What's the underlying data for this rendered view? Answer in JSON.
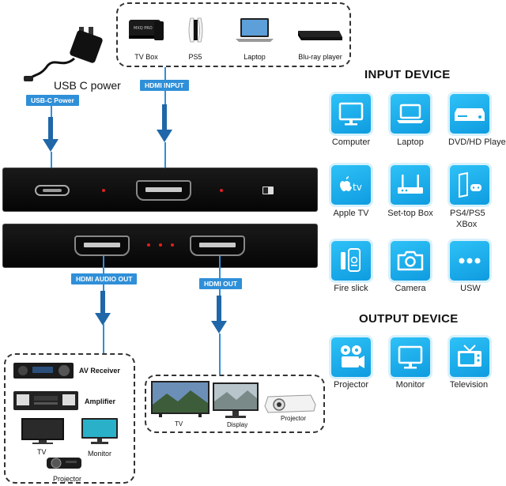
{
  "top_devices": [
    {
      "label": "TV Box"
    },
    {
      "label": "PS5"
    },
    {
      "label": "Laptop"
    },
    {
      "label": "Blu-ray player"
    }
  ],
  "usb_power_caption": "USB C power",
  "tags": {
    "usbc_power": "USB-C Power",
    "hdmi_input": "HDMI INPUT",
    "hdmi_audio_out": "HDMI AUDIO OUT",
    "hdmi_out": "HDMI OUT"
  },
  "input_section": {
    "title": "INPUT DEVICE",
    "items": [
      {
        "label": "Computer",
        "icon": "monitor-icon"
      },
      {
        "label": "Laptop",
        "icon": "laptop-icon"
      },
      {
        "label": "DVD/HD Player",
        "icon": "dvd-player-icon"
      },
      {
        "label": "Apple TV",
        "icon": "apple-tv-icon"
      },
      {
        "label": "Set-top Box",
        "icon": "router-icon"
      },
      {
        "label": "PS4/PS5",
        "label2": "XBox",
        "icon": "console-icon"
      },
      {
        "label": "Fire slick",
        "icon": "fire-stick-icon"
      },
      {
        "label": "Camera",
        "icon": "camera-icon"
      },
      {
        "label": "USW",
        "icon": "dots-icon"
      }
    ]
  },
  "output_section": {
    "title": "OUTPUT DEVICE",
    "items": [
      {
        "label": "Projector",
        "icon": "film-projector-icon"
      },
      {
        "label": "Monitor",
        "icon": "monitor-icon"
      },
      {
        "label": "Television",
        "icon": "retro-tv-icon"
      }
    ]
  },
  "audio_outputs": [
    {
      "label": "AV Receiver"
    },
    {
      "label": "Amplifier"
    },
    {
      "label": "TV"
    },
    {
      "label": "Monitor"
    },
    {
      "label": "Projector"
    }
  ],
  "display_outputs": [
    {
      "label": "TV"
    },
    {
      "label": "Display"
    },
    {
      "label": "Projector"
    }
  ],
  "apple_tv_text": "tv",
  "tv_box_brand": "MXQ PRO",
  "colors": {
    "tile_blue": "#1aaeea",
    "tag_blue": "#2f8fd8",
    "arrow_blue": "#1f67a8",
    "led_red": "#e02020"
  }
}
